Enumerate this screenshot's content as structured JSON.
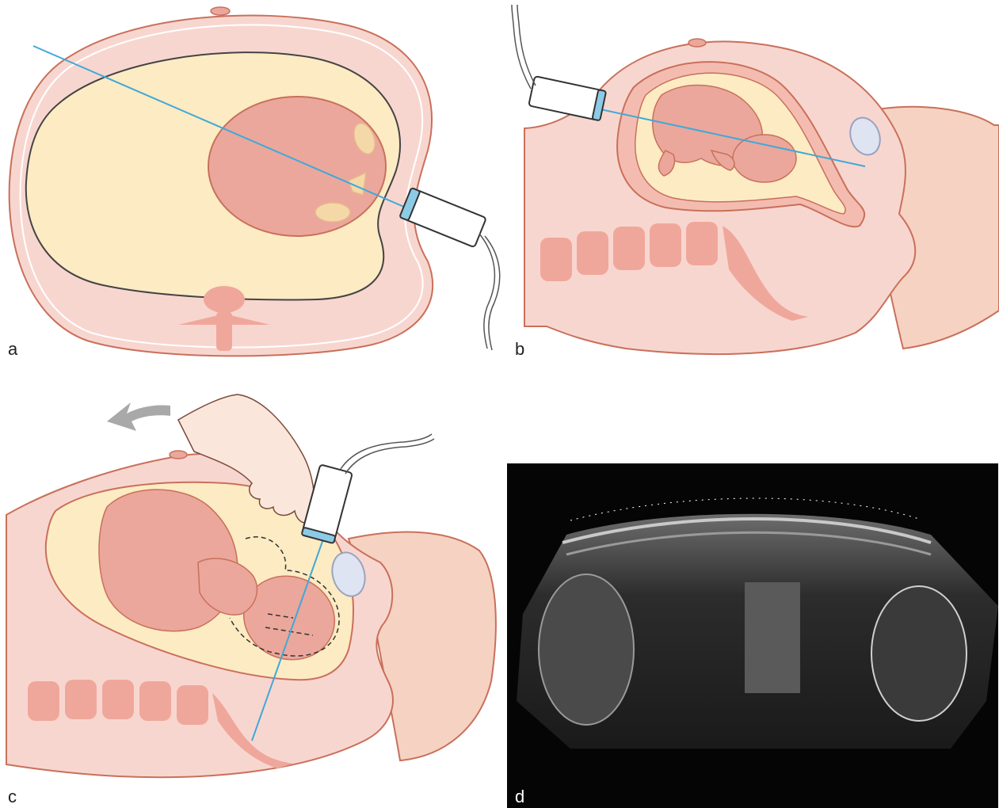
{
  "panels": {
    "a": {
      "label": "a"
    },
    "b": {
      "label": "b"
    },
    "c": {
      "label": "c"
    },
    "d": {
      "label": "d"
    }
  },
  "colors": {
    "skin": "#f8d6d0",
    "skin_outline": "#c9705a",
    "amniotic": "#fcebc3",
    "fetus": "#eba79c",
    "bone": "#f0a79b",
    "beam": "#3fa9d8",
    "probe_tip": "#8ccbe6",
    "bladder": "#dfe4f2",
    "arrow": "#a9a9a9",
    "ultrasound_bg": "#050505"
  },
  "icons": {
    "probe": "ultrasound-probe-icon",
    "hand": "hand-icon",
    "arrow": "push-direction-arrow-icon"
  }
}
